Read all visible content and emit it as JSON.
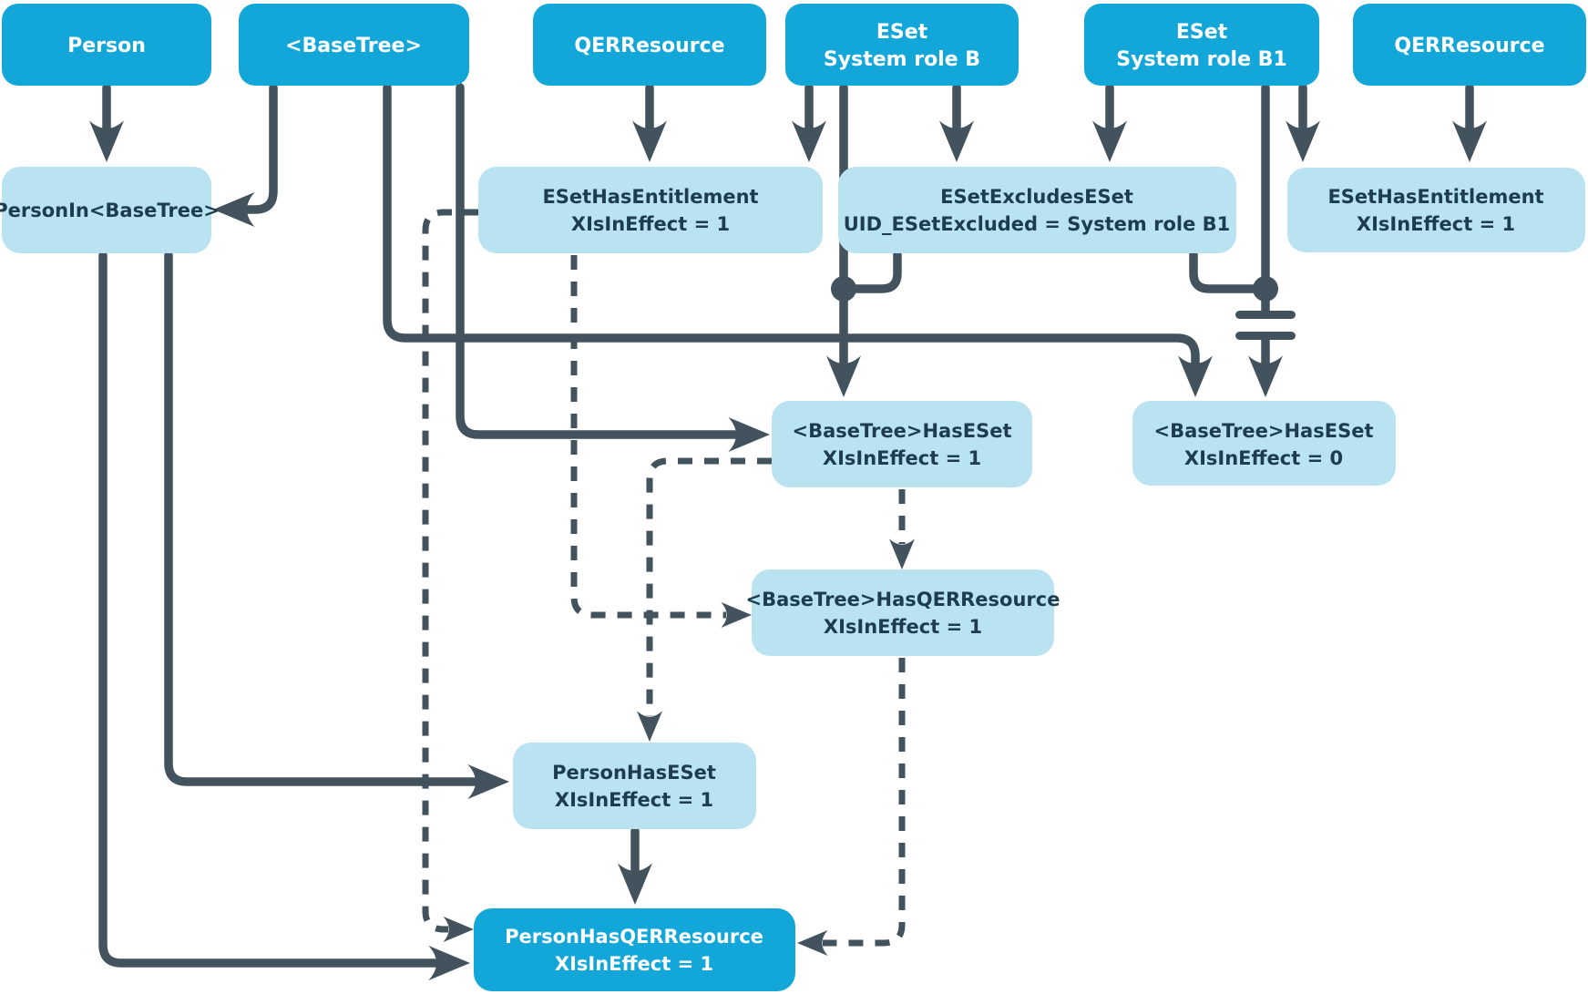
{
  "colors": {
    "node_dark": "#13a7d9",
    "node_light": "#bae3f2",
    "connector": "#42535e",
    "text_dark": "#1d3d4f",
    "text_light": "#ffffff"
  },
  "nodes": {
    "person": {
      "label": "Person"
    },
    "basetree": {
      "label": "<BaseTree>"
    },
    "qerresource_left": {
      "label": "QERResource"
    },
    "eset_system_role_b": {
      "line1": "ESet",
      "line2": "System role B"
    },
    "eset_system_role_b1": {
      "line1": "ESet",
      "line2": "System role B1"
    },
    "qerresource_right": {
      "label": "QERResource"
    },
    "person_in_basetree": {
      "label": "PersonIn<BaseTree>"
    },
    "eset_has_entitlement_left": {
      "line1": "ESetHasEntitlement",
      "line2": "XIsInEffect = 1"
    },
    "eset_excludes_eset": {
      "line1": "ESetExcludesESet",
      "line2": "UID_ESetExcluded = System role B1"
    },
    "eset_has_entitlement_right": {
      "line1": "ESetHasEntitlement",
      "line2": "XIsInEffect = 1"
    },
    "basetree_has_eset_1": {
      "line1": "<BaseTree>HasESet",
      "line2": "XIsInEffect = 1"
    },
    "basetree_has_eset_0": {
      "line1": "<BaseTree>HasESet",
      "line2": "XIsInEffect = 0"
    },
    "basetree_has_qerresource": {
      "line1": "<BaseTree>HasQERResource",
      "line2": "XIsInEffect = 1"
    },
    "person_has_eset": {
      "line1": "PersonHasESet",
      "line2": "XIsInEffect = 1"
    },
    "person_has_qerresource": {
      "line1": "PersonHasQERResource",
      "line2": "XIsInEffect = 1"
    }
  },
  "edges": [
    {
      "from": "Person",
      "to": "PersonIn<BaseTree>",
      "style": "solid"
    },
    {
      "from": "<BaseTree>",
      "to": "PersonIn<BaseTree>",
      "style": "solid"
    },
    {
      "from": "<BaseTree>",
      "to": "<BaseTree>HasESet XIsInEffect = 0",
      "style": "solid"
    },
    {
      "from": "<BaseTree>",
      "to": "<BaseTree>HasESet XIsInEffect = 1",
      "style": "solid"
    },
    {
      "from": "QERResource (left)",
      "to": "ESetHasEntitlement (left)",
      "style": "solid"
    },
    {
      "from": "ESet System role B",
      "to": "ESetHasEntitlement (left)",
      "style": "solid"
    },
    {
      "from": "ESet System role B",
      "to": "<BaseTree>HasESet XIsInEffect = 1",
      "style": "solid"
    },
    {
      "from": "ESet System role B",
      "to": "ESetExcludesESet",
      "style": "solid"
    },
    {
      "from": "ESet System role B1",
      "to": "ESetExcludesESet",
      "style": "solid"
    },
    {
      "from": "ESet System role B1",
      "to": "<BaseTree>HasESet XIsInEffect = 0",
      "style": "solid-blocked"
    },
    {
      "from": "ESetExcludesESet",
      "to": "<BaseTree>HasESet XIsInEffect = 1",
      "style": "solid-join"
    },
    {
      "from": "ESetExcludesESet",
      "to": "<BaseTree>HasESet XIsInEffect = 0",
      "style": "solid-join"
    },
    {
      "from": "ESet System role B1",
      "to": "ESetHasEntitlement (right)",
      "style": "solid"
    },
    {
      "from": "QERResource (right)",
      "to": "ESetHasEntitlement (right)",
      "style": "solid"
    },
    {
      "from": "PersonIn<BaseTree>",
      "to": "PersonHasESet",
      "style": "solid"
    },
    {
      "from": "PersonIn<BaseTree>",
      "to": "PersonHasQERResource",
      "style": "solid"
    },
    {
      "from": "ESetHasEntitlement (left)",
      "to": "PersonHasQERResource",
      "style": "dashed"
    },
    {
      "from": "ESetHasEntitlement (left)",
      "to": "<BaseTree>HasQERResource",
      "style": "dashed"
    },
    {
      "from": "<BaseTree>HasESet XIsInEffect = 1",
      "to": "<BaseTree>HasQERResource",
      "style": "dashed"
    },
    {
      "from": "<BaseTree>HasESet XIsInEffect = 1",
      "to": "PersonHasESet",
      "style": "dashed"
    },
    {
      "from": "<BaseTree>HasQERResource",
      "to": "PersonHasQERResource",
      "style": "dashed"
    },
    {
      "from": "PersonHasESet",
      "to": "PersonHasQERResource",
      "style": "solid"
    }
  ]
}
